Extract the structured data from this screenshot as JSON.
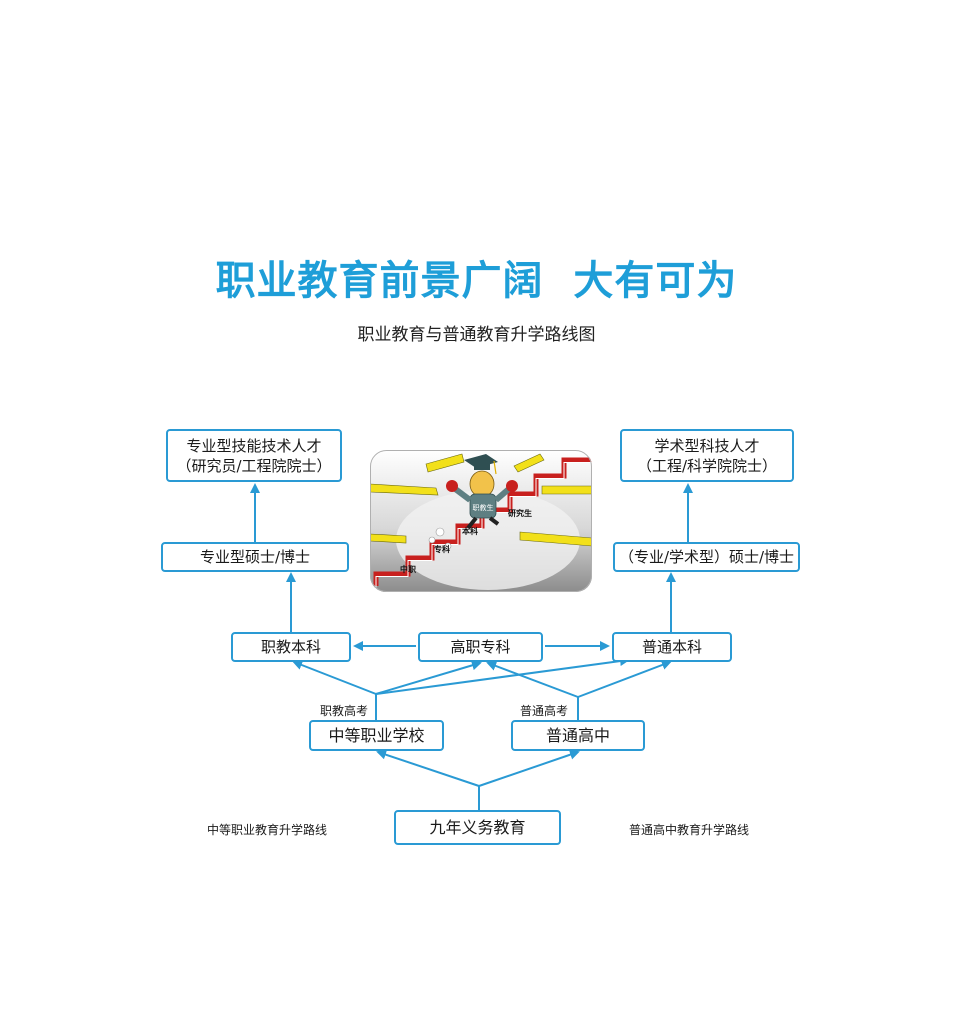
{
  "header": {
    "title": "职业教育前景广阔  大有可为",
    "subtitle": "职业教育与普通教育升学路线图"
  },
  "nodes": {
    "vocational_talent_line1": "专业型技能技术人才",
    "vocational_talent_line2": "（研究员/工程院院士）",
    "academic_talent_line1": "学术型科技人才",
    "academic_talent_line2": "（工程/科学院院士）",
    "professional_master_doctor": "专业型硕士/博士",
    "professional_academic_master_doctor": "（专业/学术型）硕士/博士",
    "vocational_bachelor": "职教本科",
    "higher_vocational_college": "高职专科",
    "general_bachelor": "普通本科",
    "secondary_vocational_school": "中等职业学校",
    "general_high_school": "普通高中",
    "compulsory_education": "九年义务教育"
  },
  "labels": {
    "vocational_exam": "职教高考",
    "general_exam": "普通高考",
    "vocational_route": "中等职业教育升学路线",
    "general_route": "普通高中教育升学路线"
  },
  "illustration": {
    "steps": [
      "中职",
      "专科",
      "本科",
      "研究生"
    ],
    "badge": "职教生"
  },
  "colors": {
    "accent": "#1e9ed8",
    "line": "#2a9ad4",
    "stairs": "#c8201e",
    "bar": "#f2e01a"
  }
}
